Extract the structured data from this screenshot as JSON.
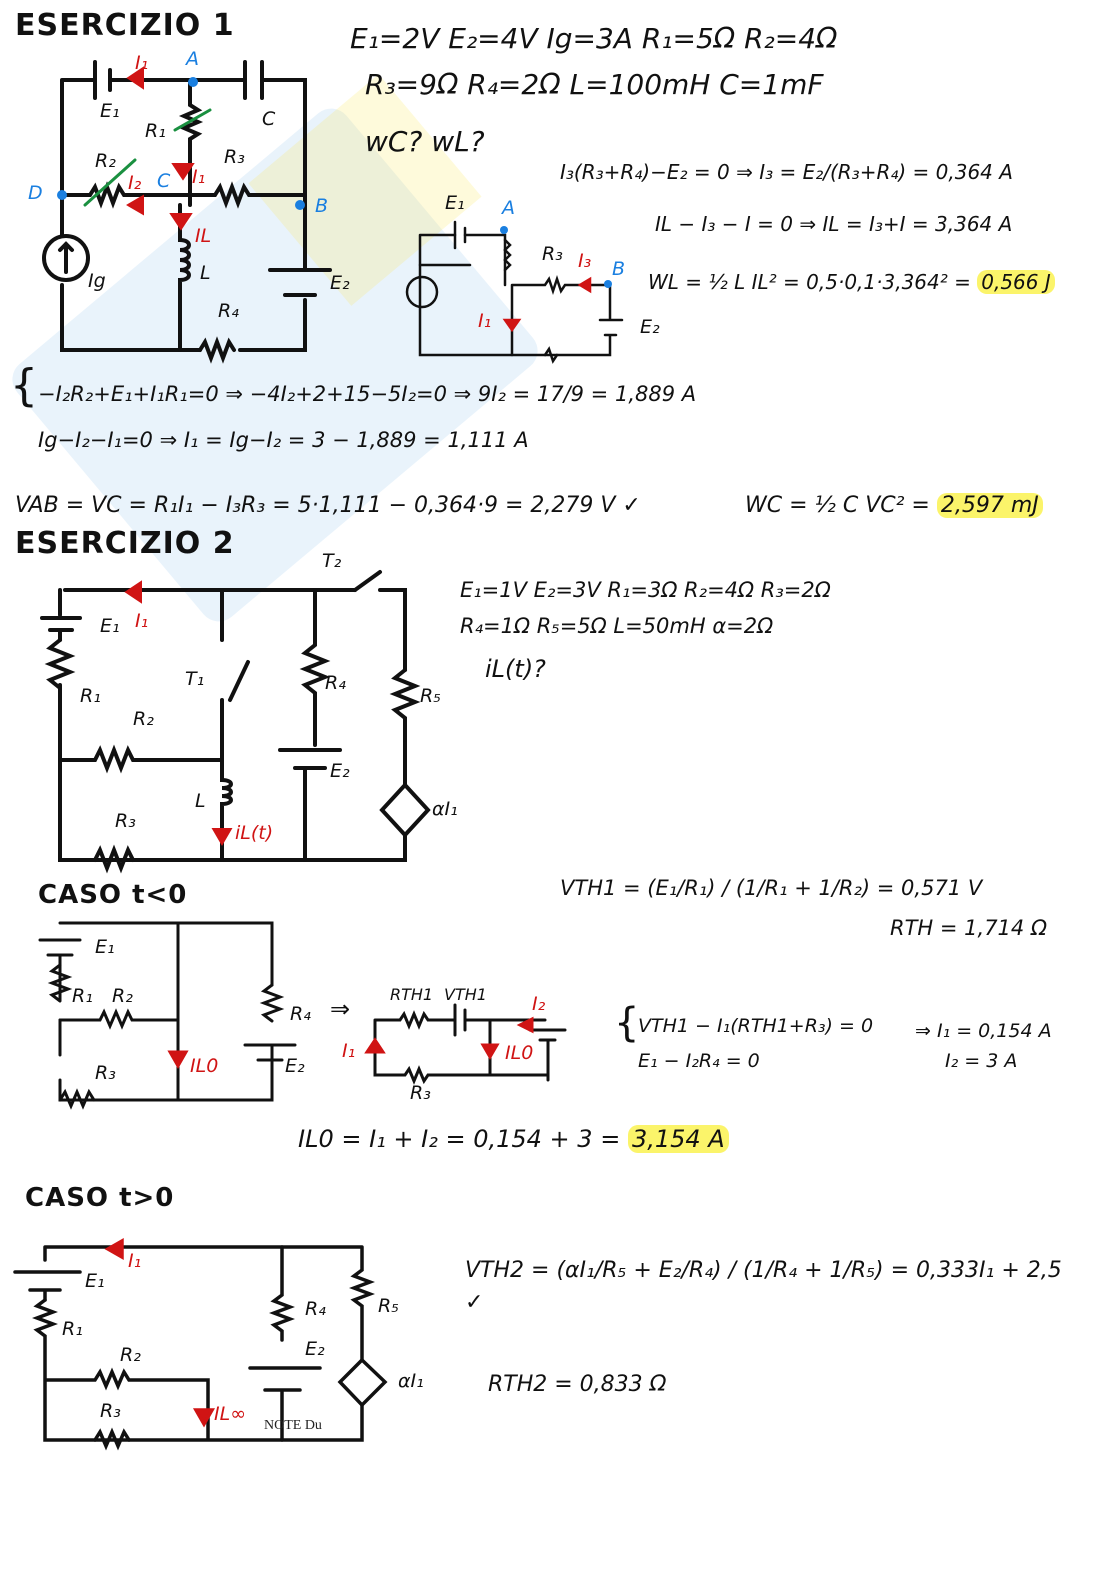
{
  "ex1": {
    "title": "ESERCIZIO 1",
    "params_line1": "E₁=2V  E₂=4V  Ig=3A  R₁=5Ω  R₂=4Ω",
    "params_line2": "R₃=9Ω  R₄=2Ω  L=100mH  C=1mF",
    "question": "wC?  wL?",
    "eq_i3": "I₃(R₃+R₄)−E₂ = 0 ⇒ I₃ = E₂/(R₃+R₄) = 0,364 A",
    "eq_il": "IL − I₃ − I = 0 ⇒ IL = I₃+I = 3,364 A",
    "eq_wl": "WL = ½ L IL² = 0,5·0,1·3,364² =",
    "wl_result": "0,566 J",
    "sys1": "−I₂R₂+E₁+I₁R₁=0 ⇒ −4I₂+2+15−5I₂=0 ⇒ 9I₂ = 17/9 = 1,889 A",
    "sys2": "Ig−I₂−I₁=0 ⇒ I₁ = Ig−I₂ = 3 − 1,889 = 1,111 A",
    "vab": "VAB = VC = R₁I₁ − I₃R₃ = 5·1,111 − 0,364·9 = 2,279 V ✓",
    "wc": "WC = ½ C VC² =",
    "wc_result": "2,597 mJ",
    "labels": {
      "E1": "E₁",
      "E2": "E₂",
      "C": "C",
      "R1": "R₁",
      "R2": "R₂",
      "R3": "R₃",
      "R4": "R₄",
      "L": "L",
      "Ig": "Ig",
      "I1": "I₁",
      "I2": "I₂",
      "I3": "I₃",
      "IL": "IL",
      "A": "A",
      "B": "B",
      "Cn": "C",
      "D": "D"
    }
  },
  "ex2": {
    "title": "ESERCIZIO 2",
    "params_line1": "E₁=1V  E₂=3V  R₁=3Ω  R₂=4Ω  R₃=2Ω",
    "params_line2": "R₄=1Ω  R₅=5Ω  L=50mH  α=2Ω",
    "question": "iL(t)?",
    "labels": {
      "E1": "E₁",
      "E2": "E₂",
      "R1": "R₁",
      "R2": "R₂",
      "R3": "R₃",
      "R4": "R₄",
      "R5": "R₅",
      "L": "L",
      "T1": "T₁",
      "T2": "T₂",
      "I1": "I₁",
      "iL": "iL(t)",
      "src": "αI₁",
      "RTH1": "RTH1",
      "VTH1": "VTH1",
      "I2": "I₂",
      "IL0": "IL0",
      "ILinf": "IL∞"
    },
    "case1": {
      "title": "CASO t<0",
      "vth": "VTH1 = (E₁/R₁) / (1/R₁ + 1/R₂) = 0,571 V",
      "rth": "RTH = 1,714 Ω",
      "sys1": "VTH1 − I₁(RTH1+R₃) = 0",
      "sys2": "E₁ − I₂R₄ = 0",
      "res1": "⇒ I₁ = 0,154 A",
      "res2": "I₂ = 3 A",
      "il0": "IL0 = I₁ + I₂ = 0,154 + 3 =",
      "il0_result": "3,154 A"
    },
    "case2": {
      "title": "CASO t>0",
      "vth": "VTH2 = (αI₁/R₅ + E₂/R₄) / (1/R₄ + 1/R₅) = 0,333I₁ + 2,5 ✓",
      "rth": "RTH2 = 0,833 Ω"
    }
  },
  "footer_note": "NOTE Du"
}
